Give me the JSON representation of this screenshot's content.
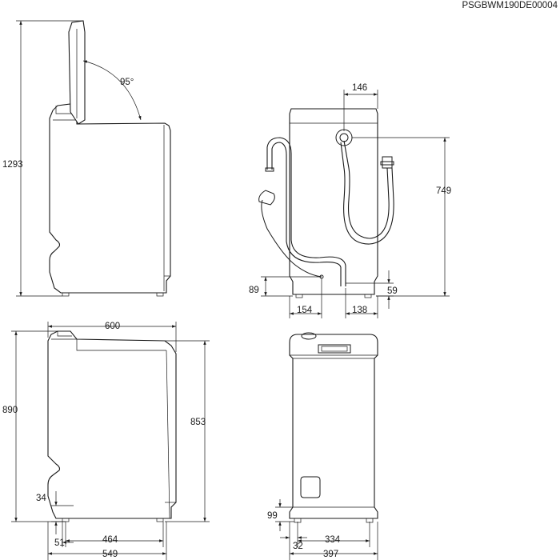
{
  "drawing_code": "PSGBWM190DE00004",
  "side_view_open": {
    "lid_angle": "95°",
    "total_height": "1293"
  },
  "rear_view": {
    "inlet_offset": "146",
    "inlet_height": "749",
    "drain_height": "89",
    "drain_offset": "154",
    "inlet_bottom_height": "59",
    "inlet_bottom_offset": "138"
  },
  "side_view_closed": {
    "depth_top": "600",
    "height_total": "890",
    "height_body": "853",
    "foot_height": "34",
    "foot_offset": "51",
    "foot_span": "464",
    "depth_base": "549"
  },
  "front_view": {
    "foot_height": "99",
    "foot_span": "334",
    "foot_offset": "32",
    "width": "397"
  }
}
